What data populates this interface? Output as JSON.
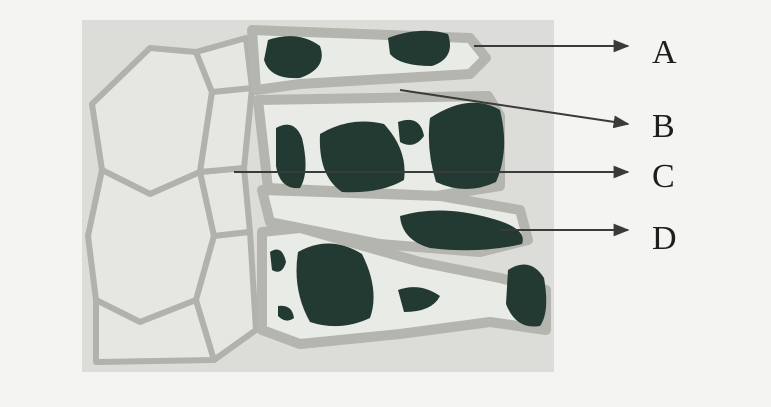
{
  "labels": {
    "a": "A",
    "b": "B",
    "c": "C",
    "d": "D"
  },
  "colors": {
    "background": "#f4f4f2",
    "panel": "#dcdcd8",
    "cell_wall": "#b3b5ae",
    "cell_interior": "#e9ebe6",
    "dark_mass": "#233a33",
    "pointer": "#3a3a3a",
    "text": "#1e1e1e"
  }
}
